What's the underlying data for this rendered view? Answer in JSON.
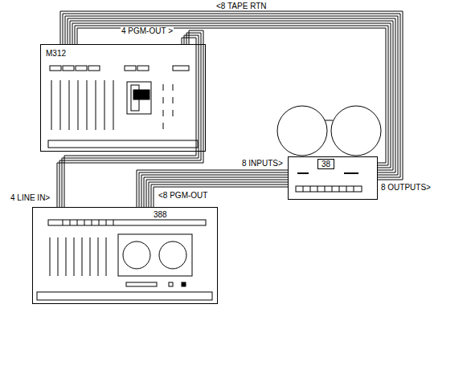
{
  "diagram": {
    "nodes": [
      {
        "text": [
          "M312"
        ]
      },
      {
        "text": [
          "38"
        ]
      },
      {
        "text": [
          "388"
        ]
      }
    ],
    "edges": [
      {
        "from": 0,
        "to": 2,
        "arrow": "none",
        "label": "4 PGM-OUT >"
      },
      {
        "from": 2,
        "to": 1,
        "arrow": "none",
        "label": "<8 PGM-OUT"
      },
      {
        "from": 1,
        "to": 0,
        "arrow": "none",
        "label": "<8 TAPE RTN"
      }
    ],
    "labels": [
      "4 LINE IN>",
      "8 INPUTS>",
      "8 OUTPUTS>"
    ]
  }
}
